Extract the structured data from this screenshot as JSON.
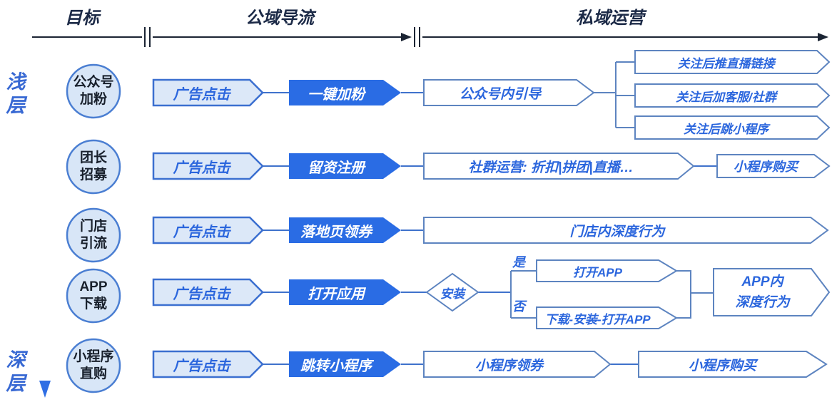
{
  "header": {
    "goal": "目标",
    "public_domain": "公域导流",
    "private_domain": "私域运营"
  },
  "axis": {
    "shallow": "浅层",
    "deep": "深层"
  },
  "colors": {
    "accent_blue": "#2a6ce4",
    "light_fill": "#dce8f8",
    "light_outline": "#3b6fd0",
    "white_box_outline": "#5d84c0",
    "text_blue": "#2b66dd",
    "text_navy": "#1c2a47",
    "axis_blue": "#3768d3"
  },
  "rows": [
    {
      "goal": [
        "公众号",
        "加粉"
      ],
      "ad": "广告点击",
      "action": "一键加粉",
      "private_main": "公众号内引导",
      "branches": [
        "关注后推直播链接",
        "关注后加客服/社群",
        "关注后跳小程序"
      ]
    },
    {
      "goal": [
        "团长",
        "招募"
      ],
      "ad": "广告点击",
      "action": "留资注册",
      "private_main": "社群运营: 折扣|拼团|直播…",
      "purchase": "小程序购买"
    },
    {
      "goal": [
        "门店",
        "引流"
      ],
      "ad": "广告点击",
      "action": "落地页领券",
      "private_main": "门店内深度行为"
    },
    {
      "goal": [
        "APP",
        "下载"
      ],
      "ad": "广告点击",
      "action": "打开应用",
      "decision": "安装",
      "yes_label": "是",
      "no_label": "否",
      "yes_path": "打开APP",
      "no_path": "下载-安装-打开APP",
      "result": [
        "APP内",
        "深度行为"
      ]
    },
    {
      "goal": [
        "小程序",
        "直购"
      ],
      "ad": "广告点击",
      "action": "跳转小程序",
      "private_main": "小程序领券",
      "purchase": "小程序购买"
    }
  ]
}
